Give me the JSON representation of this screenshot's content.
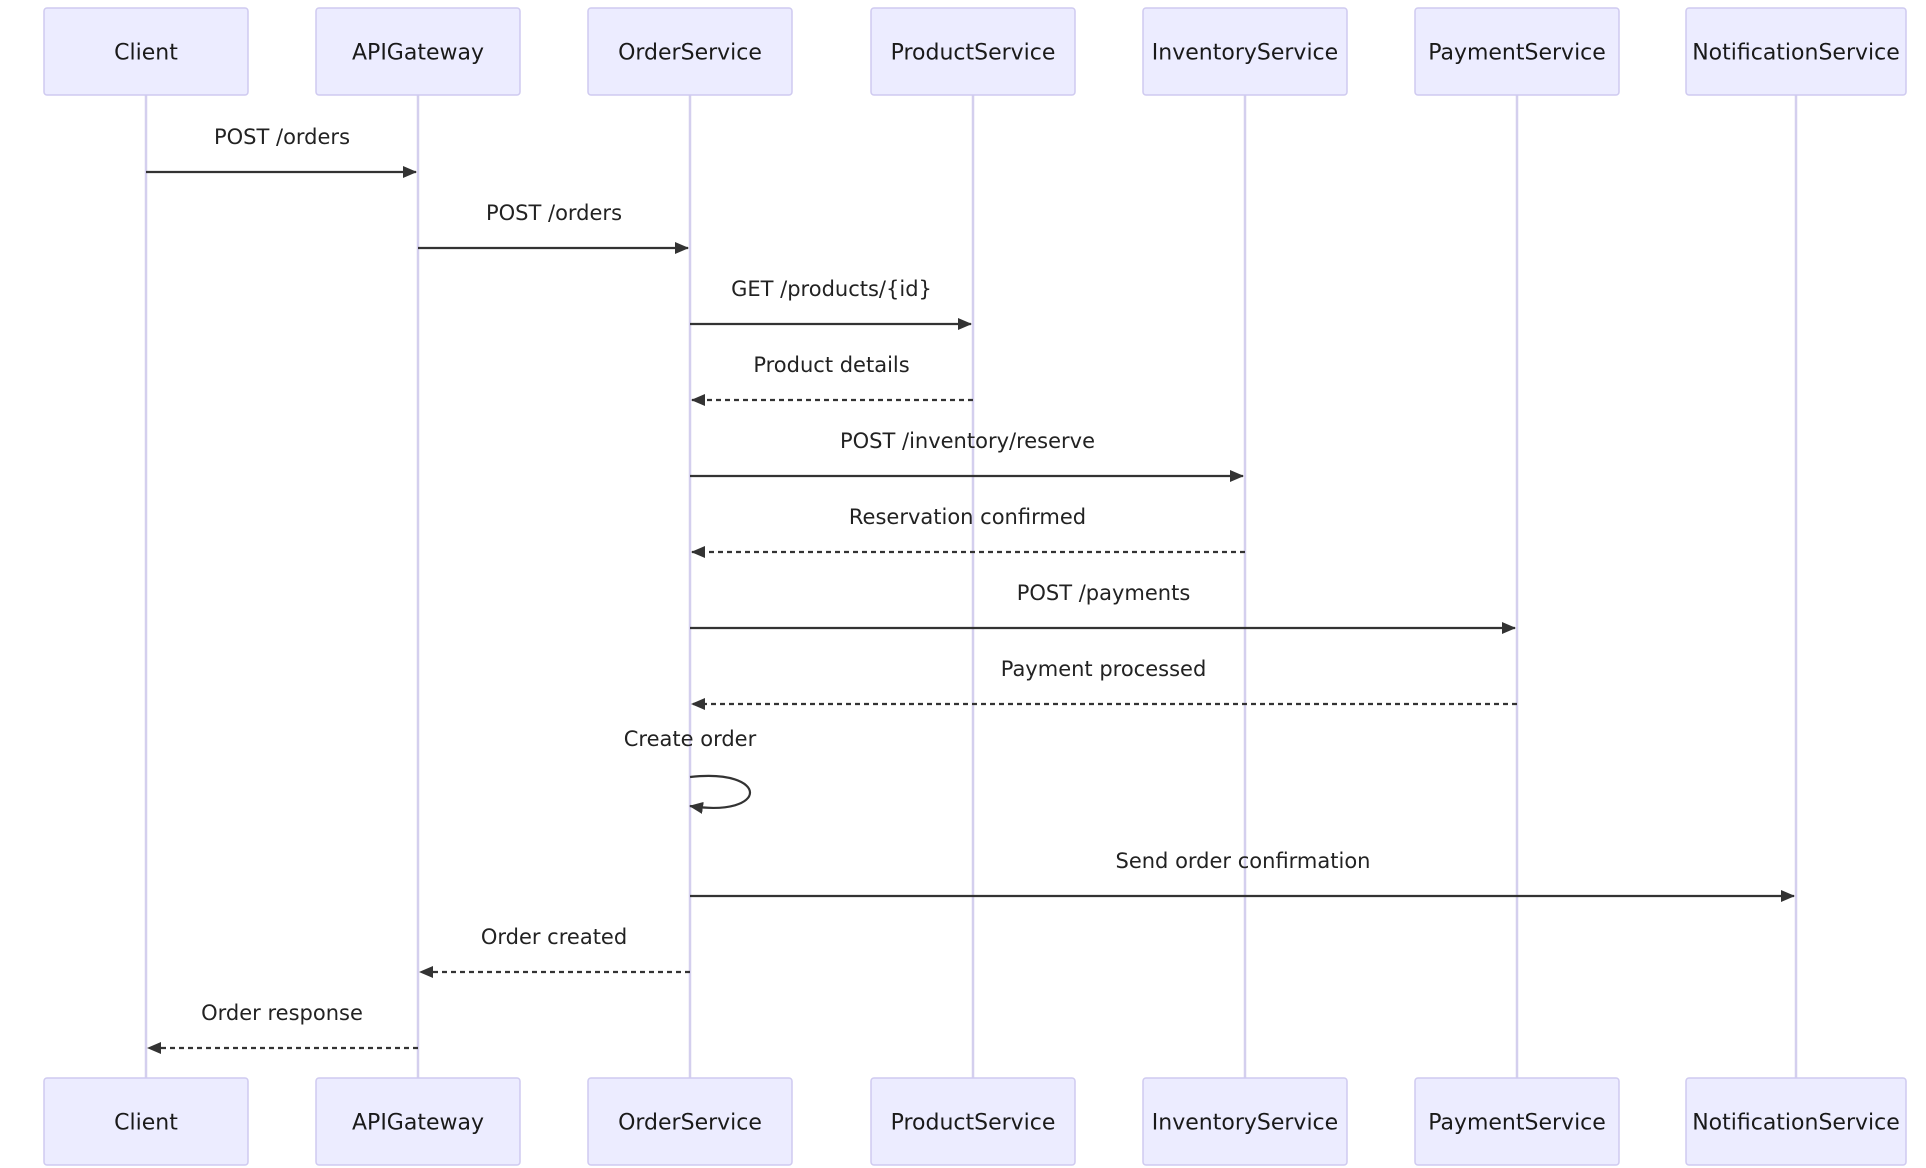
{
  "participants": [
    {
      "id": "client",
      "label": "Client"
    },
    {
      "id": "api",
      "label": "APIGateway"
    },
    {
      "id": "order",
      "label": "OrderService"
    },
    {
      "id": "product",
      "label": "ProductService"
    },
    {
      "id": "inventory",
      "label": "InventoryService"
    },
    {
      "id": "payment",
      "label": "PaymentService"
    },
    {
      "id": "notification",
      "label": "NotificationService"
    }
  ],
  "messages": [
    {
      "from": "client",
      "to": "api",
      "label": "POST /orders",
      "style": "solid"
    },
    {
      "from": "api",
      "to": "order",
      "label": "POST /orders",
      "style": "solid"
    },
    {
      "from": "order",
      "to": "product",
      "label": "GET /products/{id}",
      "style": "solid"
    },
    {
      "from": "product",
      "to": "order",
      "label": "Product details",
      "style": "dashed"
    },
    {
      "from": "order",
      "to": "inventory",
      "label": "POST /inventory/reserve",
      "style": "solid"
    },
    {
      "from": "inventory",
      "to": "order",
      "label": "Reservation confirmed",
      "style": "dashed"
    },
    {
      "from": "order",
      "to": "payment",
      "label": "POST /payments",
      "style": "solid"
    },
    {
      "from": "payment",
      "to": "order",
      "label": "Payment processed",
      "style": "dashed"
    },
    {
      "from": "order",
      "to": "order",
      "label": "Create order",
      "style": "solid"
    },
    {
      "from": "order",
      "to": "notification",
      "label": "Send order confirmation",
      "style": "solid"
    },
    {
      "from": "order",
      "to": "api",
      "label": "Order created",
      "style": "dashed"
    },
    {
      "from": "api",
      "to": "client",
      "label": "Order response",
      "style": "dashed"
    }
  ],
  "colors": {
    "actor_fill": "#ececff",
    "actor_stroke": "#cfcaf0",
    "lifeline": "#d4cfee",
    "arrow": "#333333",
    "text": "#222222"
  }
}
